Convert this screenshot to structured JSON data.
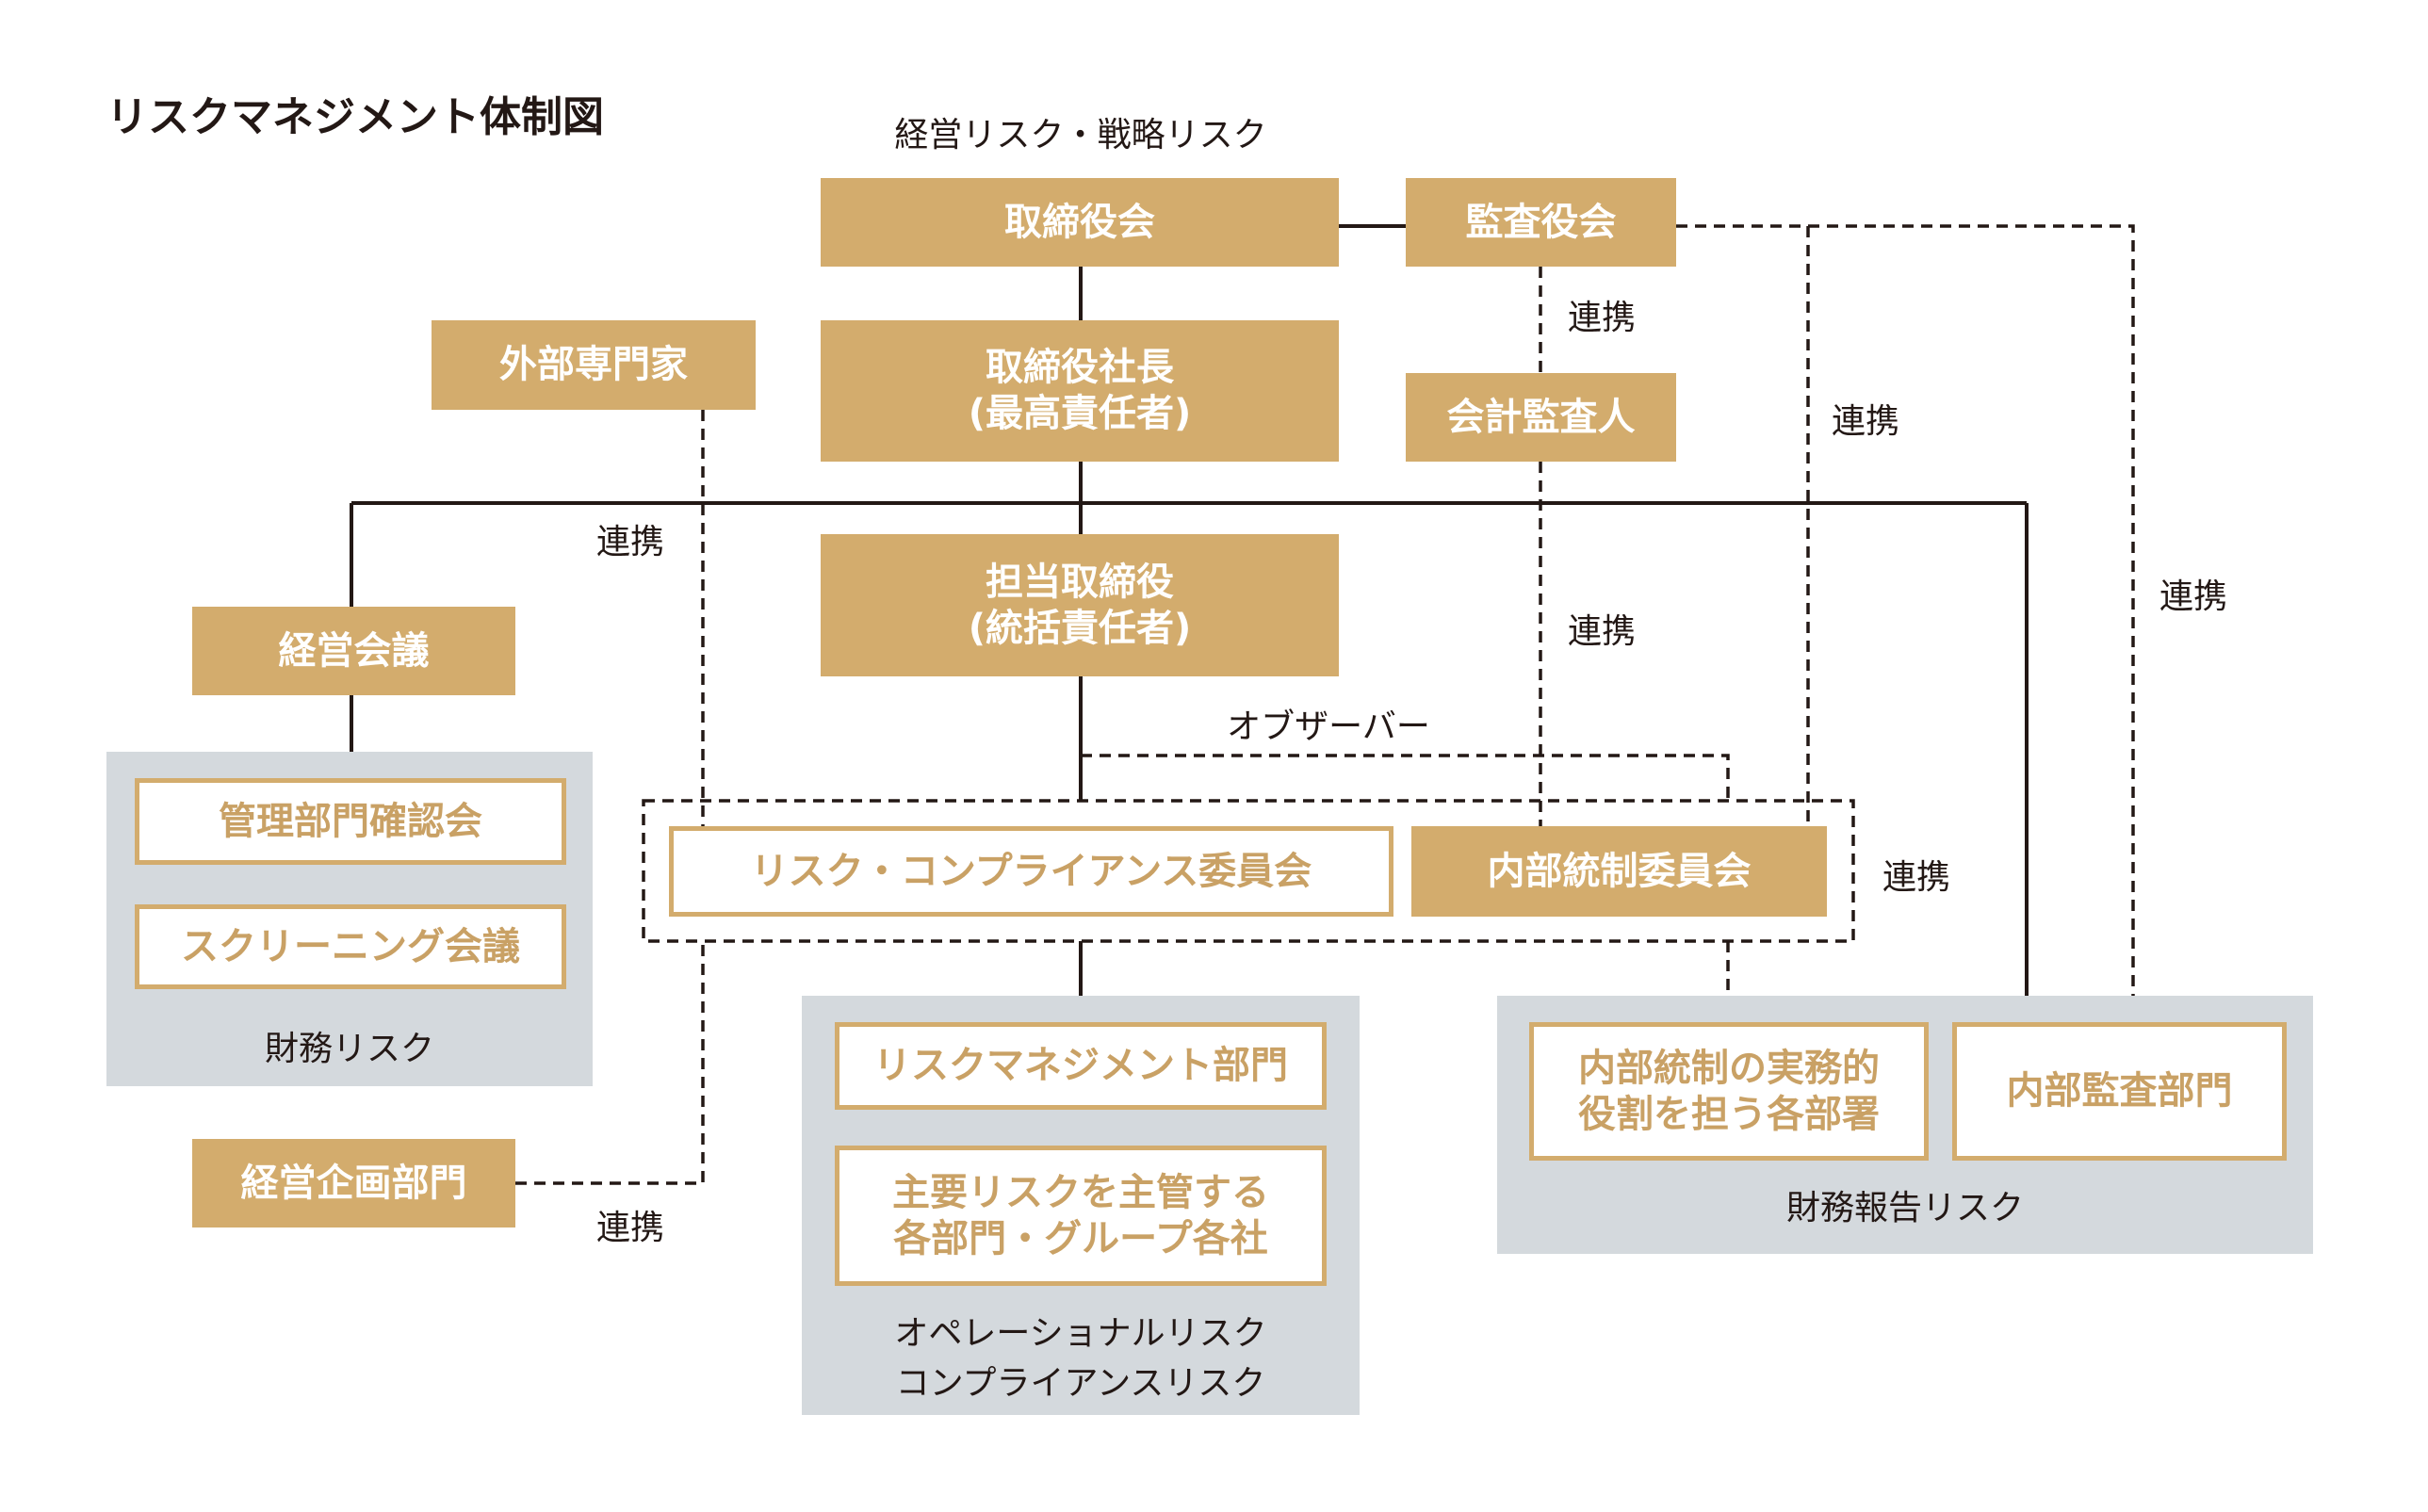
{
  "title": "リスクマネジメント体制図",
  "top_caption": "経営リスク・戦略リスク",
  "nodes": {
    "board": "取締役会",
    "audit_board": "監査役会",
    "president_line1": "取締役社長",
    "president_line2": "(最高責任者)",
    "accounting_auditor": "会計監査人",
    "external_experts": "外部専門家",
    "director_line1": "担当取締役",
    "director_line2": "(統括責任者)",
    "management_meeting": "経営会議",
    "management_planning": "経営企画部門",
    "risk_compliance_committee": "リスク・コンプライアンス委員会",
    "internal_control_committee": "内部統制委員会"
  },
  "groups": {
    "financial_risk": {
      "items": [
        "管理部門確認会",
        "スクリーニング会議"
      ],
      "caption": "財務リスク"
    },
    "operational_risk": {
      "items": [
        "リスクマネジメント部門",
        "主要リスクを主管する\n各部門・グループ各社"
      ],
      "item2_line1": "主要リスクを主管する",
      "item2_line2": "各部門・グループ各社",
      "caption_line1": "オペレーショナルリスク",
      "caption_line2": "コンプライアンスリスク"
    },
    "financial_reporting_risk": {
      "item1_line1": "内部統制の実務的",
      "item1_line2": "役割を担う各部署",
      "item2": "内部監査部門",
      "caption": "財務報告リスク"
    }
  },
  "edge_labels": {
    "observer": "オブザーバー",
    "cooperation": "連携"
  },
  "colors": {
    "gold": "#D3AC6D",
    "gray_panel": "#D4D9DD",
    "line": "#231815"
  }
}
